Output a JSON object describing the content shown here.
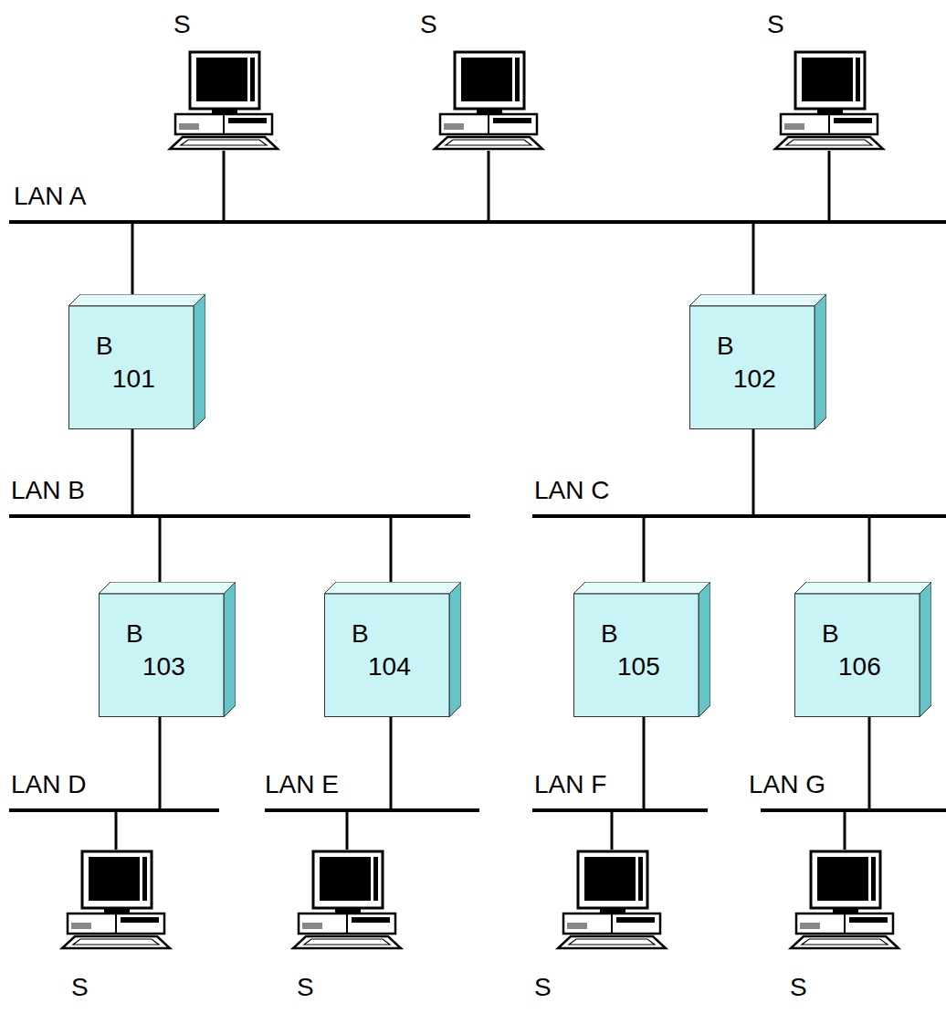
{
  "diagram": {
    "nodes": [
      {
        "text": [
          "S"
        ]
      },
      {
        "text": [
          "S"
        ]
      },
      {
        "text": [
          "S"
        ]
      },
      {
        "text": [
          "LAN A"
        ]
      },
      {
        "text": [
          "B",
          "101"
        ]
      },
      {
        "text": [
          "B",
          "102"
        ]
      },
      {
        "text": [
          "LAN B"
        ]
      },
      {
        "text": [
          "LAN C"
        ]
      },
      {
        "text": [
          "B",
          "103"
        ]
      },
      {
        "text": [
          "B",
          "104"
        ]
      },
      {
        "text": [
          "B",
          "105"
        ]
      },
      {
        "text": [
          "B",
          "106"
        ]
      },
      {
        "text": [
          "LAN D"
        ]
      },
      {
        "text": [
          "LAN E"
        ]
      },
      {
        "text": [
          "LAN F"
        ]
      },
      {
        "text": [
          "LAN G"
        ]
      },
      {
        "text": [
          "S"
        ]
      },
      {
        "text": [
          "S"
        ]
      },
      {
        "text": [
          "S"
        ]
      },
      {
        "text": [
          "S"
        ]
      }
    ],
    "edges": [
      {
        "from": 0,
        "to": 3,
        "arrow": "none"
      },
      {
        "from": 1,
        "to": 3,
        "arrow": "none"
      },
      {
        "from": 2,
        "to": 3,
        "arrow": "none"
      },
      {
        "from": 3,
        "to": 4,
        "arrow": "none"
      },
      {
        "from": 3,
        "to": 5,
        "arrow": "none"
      },
      {
        "from": 4,
        "to": 6,
        "arrow": "none"
      },
      {
        "from": 5,
        "to": 7,
        "arrow": "none"
      },
      {
        "from": 6,
        "to": 8,
        "arrow": "none"
      },
      {
        "from": 6,
        "to": 9,
        "arrow": "none"
      },
      {
        "from": 7,
        "to": 10,
        "arrow": "none"
      },
      {
        "from": 7,
        "to": 11,
        "arrow": "none"
      },
      {
        "from": 8,
        "to": 12,
        "arrow": "none"
      },
      {
        "from": 9,
        "to": 13,
        "arrow": "none"
      },
      {
        "from": 10,
        "to": 14,
        "arrow": "none"
      },
      {
        "from": 11,
        "to": 15,
        "arrow": "none"
      },
      {
        "from": 12,
        "to": 16,
        "arrow": "none"
      },
      {
        "from": 13,
        "to": 17,
        "arrow": "none"
      },
      {
        "from": 14,
        "to": 18,
        "arrow": "none"
      },
      {
        "from": 15,
        "to": 19,
        "arrow": "none"
      }
    ]
  }
}
